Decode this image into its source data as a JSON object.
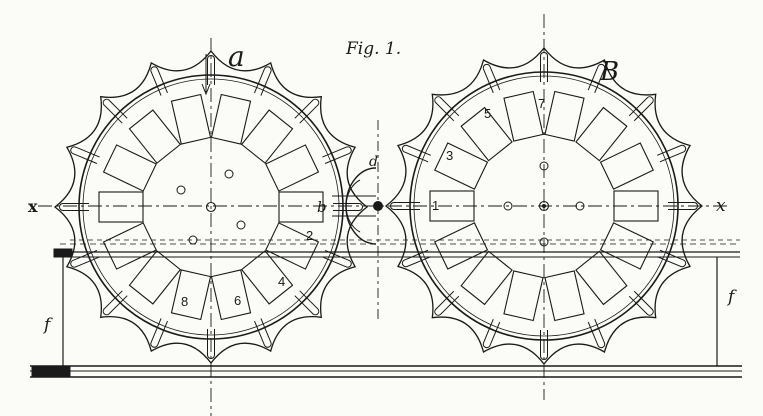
{
  "figure": {
    "title": "Fig. 1.",
    "paper_color": "#fbfbf8",
    "ink_color": "#1a1a1a"
  },
  "labels": {
    "wheel_a": "a",
    "wheel_b": "B",
    "axis_left": "x",
    "axis_right": "x",
    "point_d": "d",
    "point_b": "b",
    "support_left": "f",
    "support_right": "f"
  },
  "wheel_a": {
    "cell_numbers": [
      "2",
      "4",
      "6",
      "8"
    ]
  },
  "wheel_b": {
    "cell_numbers": [
      "1",
      "3",
      "5",
      "7"
    ]
  }
}
